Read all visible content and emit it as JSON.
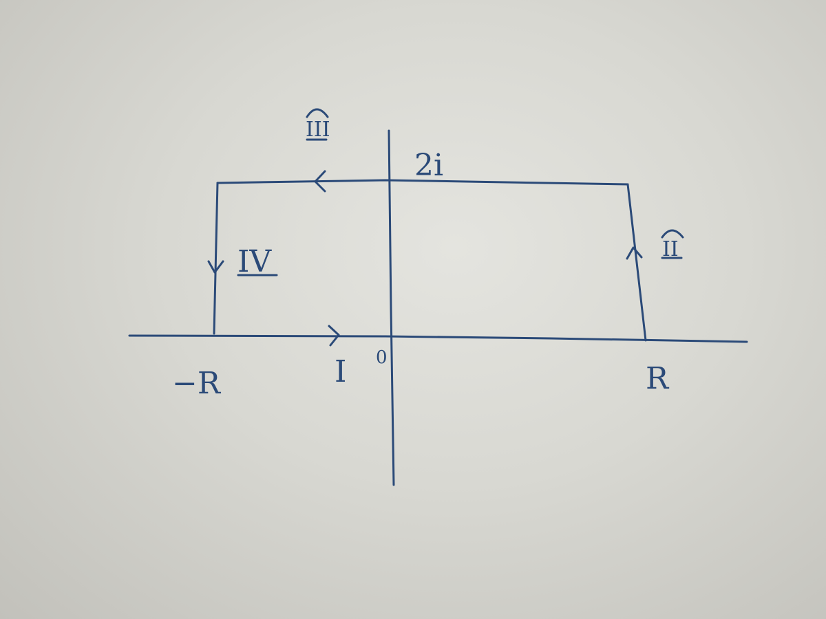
{
  "labels": {
    "neg_r": "−R",
    "pos_r": "R",
    "origin": "0",
    "top_value": "2i",
    "seg1": "I",
    "seg2": "II",
    "seg3": "III",
    "seg4": "IV"
  },
  "colors": {
    "ink": "#2b4a78",
    "paper": "#e2e2dd"
  }
}
